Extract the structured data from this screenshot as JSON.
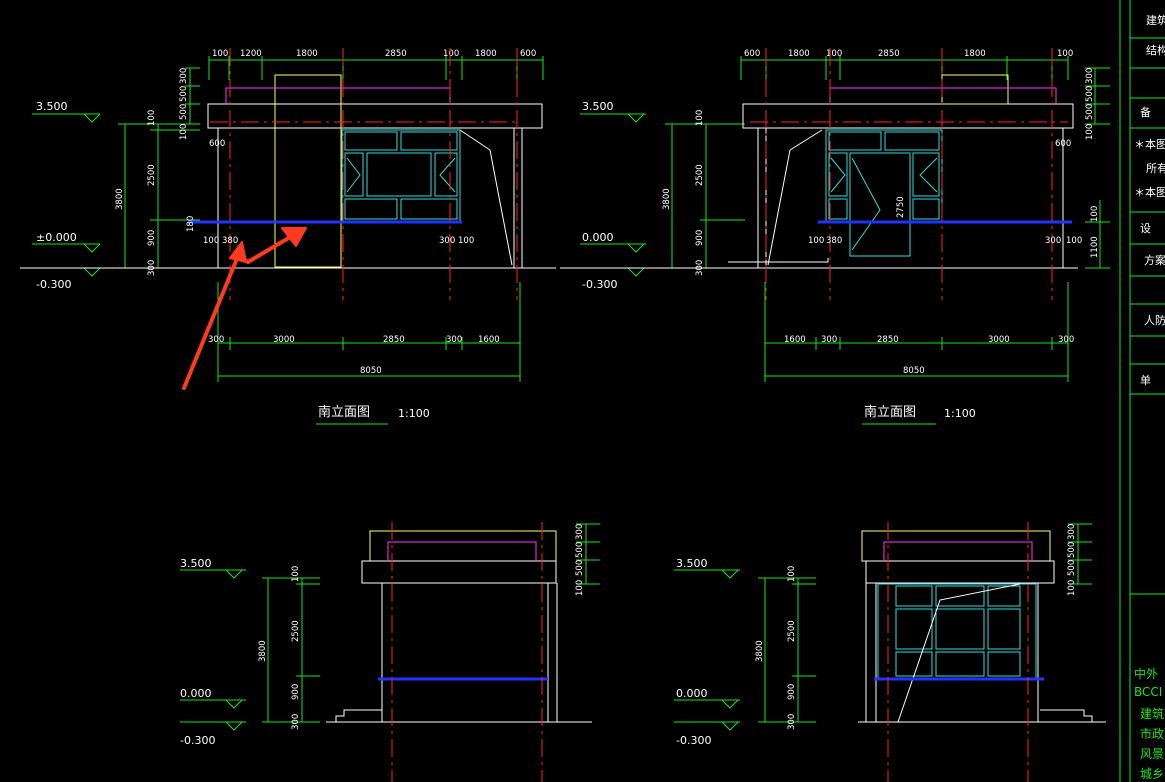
{
  "colors": {
    "background": "#000000",
    "outline": "#ffffff",
    "roof_outline": "#ffff66",
    "parapet": "#ff33ff",
    "glazing": "#33dddd",
    "axis": "#ff2222",
    "floor_line": "#2233ff",
    "dimension": "#19e619",
    "annotation_arrow": "#ff3b1f"
  },
  "elevation_1": {
    "title": "南立面图",
    "scale": "1:100",
    "top_dims": [
      "100",
      "1200",
      "1800",
      "2850",
      "100",
      "1800",
      "600"
    ],
    "bottom_dims": [
      "300",
      "3000",
      "2850",
      "300",
      "1600"
    ],
    "total": "8050",
    "right_stack": [
      "300",
      "500",
      "500",
      "100"
    ],
    "left_stack": [
      "100",
      "2500",
      "900",
      "300"
    ],
    "total_height": "3800",
    "levels": [
      "3.500",
      "±0.000",
      "-0.300"
    ],
    "notes": [
      "600",
      "180",
      "100",
      "380",
      "300",
      "100"
    ]
  },
  "elevation_2": {
    "title": "南立面图",
    "scale": "1:100",
    "top_dims": [
      "600",
      "1800",
      "100",
      "2850",
      "1800",
      "100"
    ],
    "bottom_dims": [
      "1600",
      "300",
      "2850",
      "3000",
      "300"
    ],
    "total": "8050",
    "right_stack": [
      "300",
      "500",
      "500",
      "100"
    ],
    "right_low": [
      "100",
      "1100"
    ],
    "left_stack": [
      "100",
      "2500",
      "900",
      "300"
    ],
    "total_height": "3800",
    "door_height": "2750",
    "levels": [
      "3.500",
      "0.000",
      "-0.300"
    ],
    "notes": [
      "600",
      "100",
      "380",
      "300",
      "100"
    ]
  },
  "elevation_3": {
    "left_stack": [
      "100",
      "2500",
      "900",
      "300"
    ],
    "total_height": "3800",
    "right_stack": [
      "300",
      "500",
      "500",
      "100"
    ],
    "levels": [
      "3.500",
      "0.000",
      "-0.300"
    ]
  },
  "elevation_4": {
    "left_stack": [
      "100",
      "2500",
      "900",
      "300"
    ],
    "total_height": "3800",
    "right_stack": [
      "300",
      "500",
      "500",
      "100"
    ],
    "levels": [
      "3.500",
      "0.000",
      "-0.300"
    ]
  },
  "title_block": {
    "items": [
      "建筑",
      "结构",
      "备",
      "＊本图",
      "所有",
      "＊本图",
      "设",
      "方案",
      "人防",
      "单"
    ],
    "company": [
      "中外",
      "BCCI",
      "建筑",
      "市政",
      "风景",
      "城乡"
    ]
  }
}
